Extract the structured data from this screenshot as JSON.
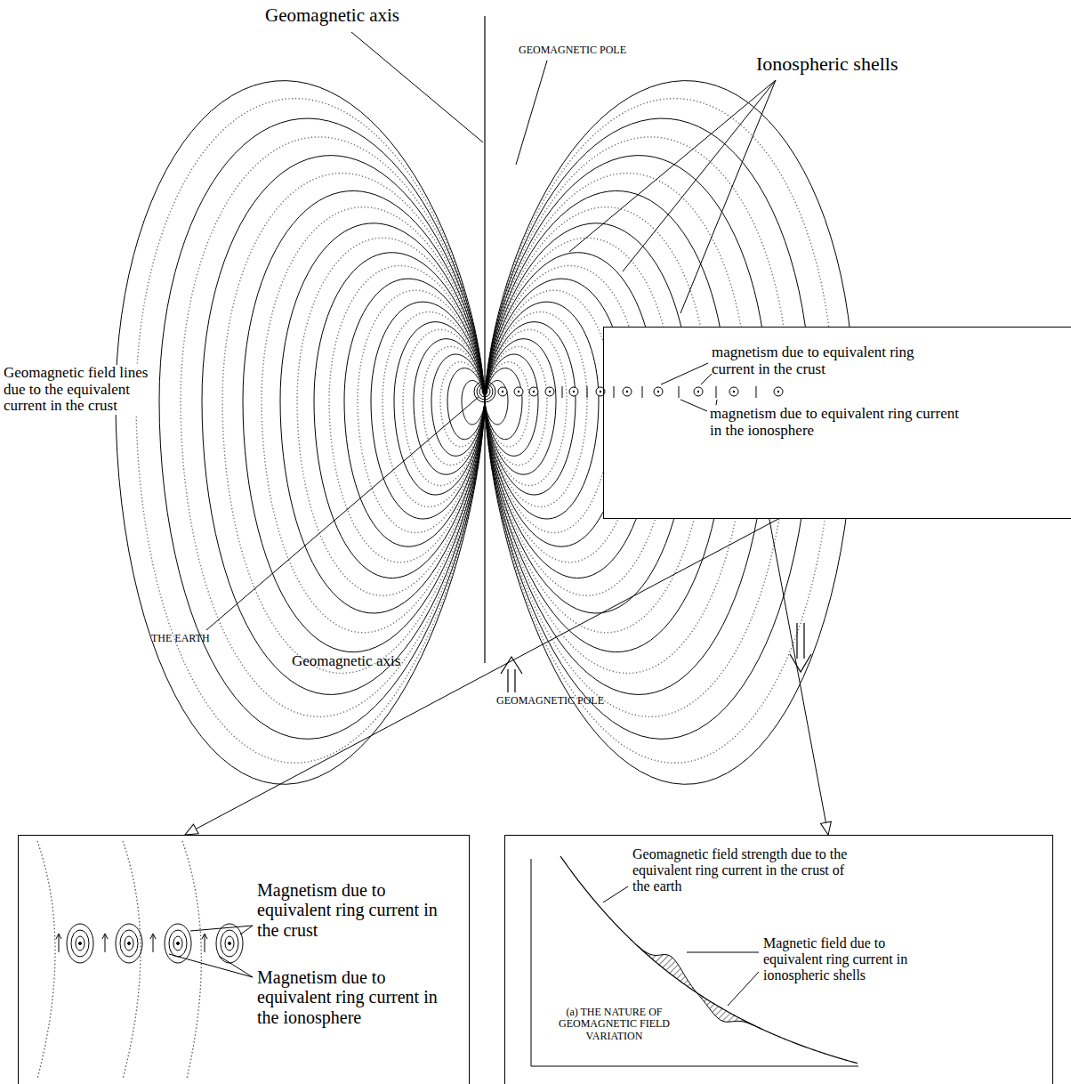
{
  "diagram": {
    "nodes": [
      {
        "text": [
          "magnetism due to equivalent ring current in the crust",
          "magnetism due to equivalent ring current in the ionosphere"
        ]
      },
      {
        "text": [
          "Magnetism due to equivalent ring current in the crust",
          "Magnetism due to equivalent ring current in the ionosphere"
        ]
      },
      {
        "text": [
          "Geomagnetic field strength due to the equivalent ring current in the crust of the earth",
          "Magnetic field due to equivalent ring current in ionospheric shells",
          "(a) THE NATURE OF GEOMAGNETIC FIELD VARIATION"
        ]
      }
    ],
    "edges": [
      {
        "from": 0,
        "to": 1,
        "arrow": "to"
      },
      {
        "from": 0,
        "to": 2,
        "arrow": "to"
      }
    ],
    "labels": [
      "Geomagnetic axis",
      "GEOMAGNETIC POLE",
      "Ionospheric shells",
      "Geomagnetic field lines due to the equivalent current in the crust",
      "THE EARTH",
      "Geomagnetic axis",
      "GEOMAGNETIC POLE"
    ]
  }
}
